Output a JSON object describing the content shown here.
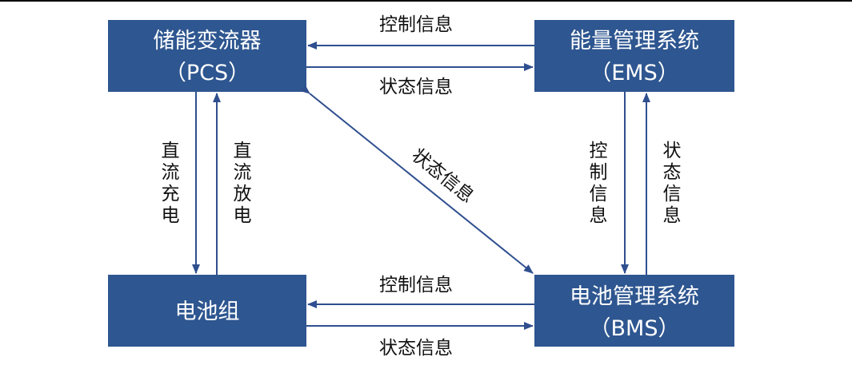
{
  "colors": {
    "box_fill": "#2e5690",
    "box_text": "#ffffff",
    "arrow": "#2f4f8f",
    "label_text": "#111111",
    "top_rule": "#000000"
  },
  "nodes": {
    "pcs": {
      "line1": "储能变流器",
      "line2": "（PCS）"
    },
    "ems": {
      "line1": "能量管理系统",
      "line2": "（EMS）"
    },
    "battery": {
      "line1": "电池组"
    },
    "bms": {
      "line1": "电池管理系统",
      "line2": "（BMS）"
    }
  },
  "edges": {
    "ems_to_pcs": "控制信息",
    "pcs_to_ems": "状态信息",
    "pcs_to_battery": [
      "直",
      "流",
      "充",
      "电"
    ],
    "battery_to_pcs": [
      "直",
      "流",
      "放",
      "电"
    ],
    "bms_to_pcs_diagonal": "状态信息",
    "ems_to_bms": [
      "控",
      "制",
      "信",
      "息"
    ],
    "bms_to_ems": [
      "状",
      "态",
      "信",
      "息"
    ],
    "bms_to_battery": "控制信息",
    "battery_to_bms": "状态信息"
  }
}
